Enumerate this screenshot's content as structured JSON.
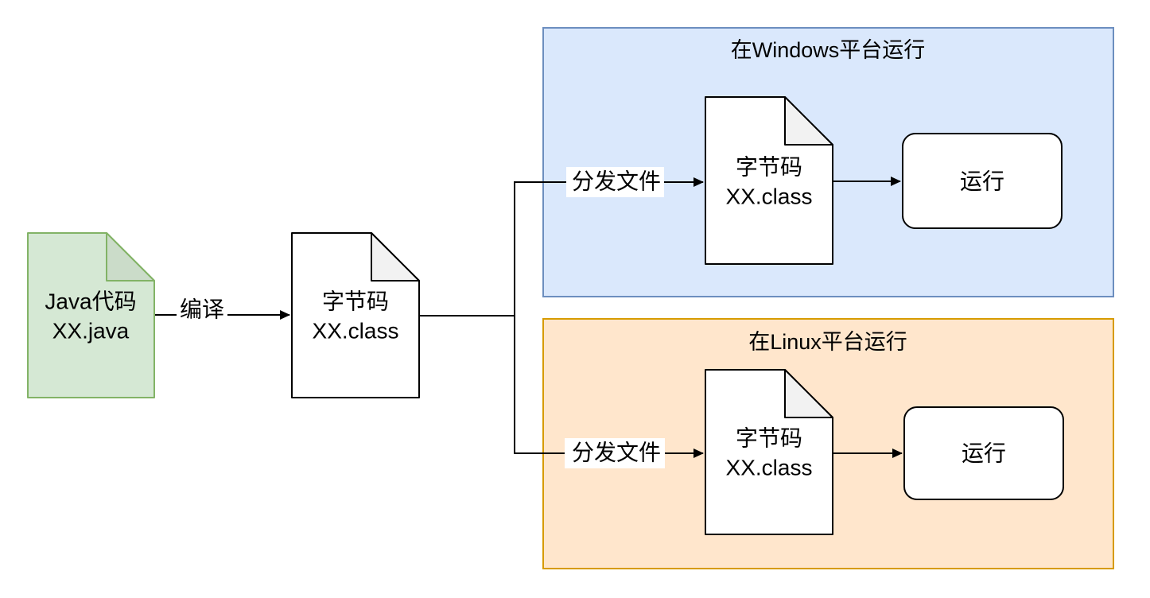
{
  "canvas": {
    "background": "#ffffff"
  },
  "source_node": {
    "line1": "Java代码",
    "line2": "XX.java",
    "fill": "#d5e8d4",
    "stroke": "#82b366",
    "fold": "#cbdcc9"
  },
  "bytecode_node": {
    "line1": "字节码",
    "line2": "XX.class"
  },
  "windows_bytecode_node": {
    "line1": "字节码",
    "line2": "XX.class"
  },
  "linux_bytecode_node": {
    "line1": "字节码",
    "line2": "XX.class"
  },
  "doc_style": {
    "fill": "#ffffff",
    "stroke": "#000000",
    "fold": "#f2f2f2"
  },
  "containers": {
    "windows": {
      "title": "在Windows平台运行",
      "fill": "#dae8fc",
      "stroke": "#6c8ebf"
    },
    "linux": {
      "title": "在Linux平台运行",
      "fill": "#ffe6cc",
      "stroke": "#d79b00"
    }
  },
  "run_nodes": {
    "windows": "运行",
    "linux": "运行",
    "fill": "#ffffff",
    "stroke": "#000000"
  },
  "edge_labels": {
    "compile": "编译",
    "distribute_windows": "分发文件",
    "distribute_linux": "分发文件"
  },
  "edge_style": {
    "color": "#000000",
    "label_bg": "#ffffff"
  }
}
